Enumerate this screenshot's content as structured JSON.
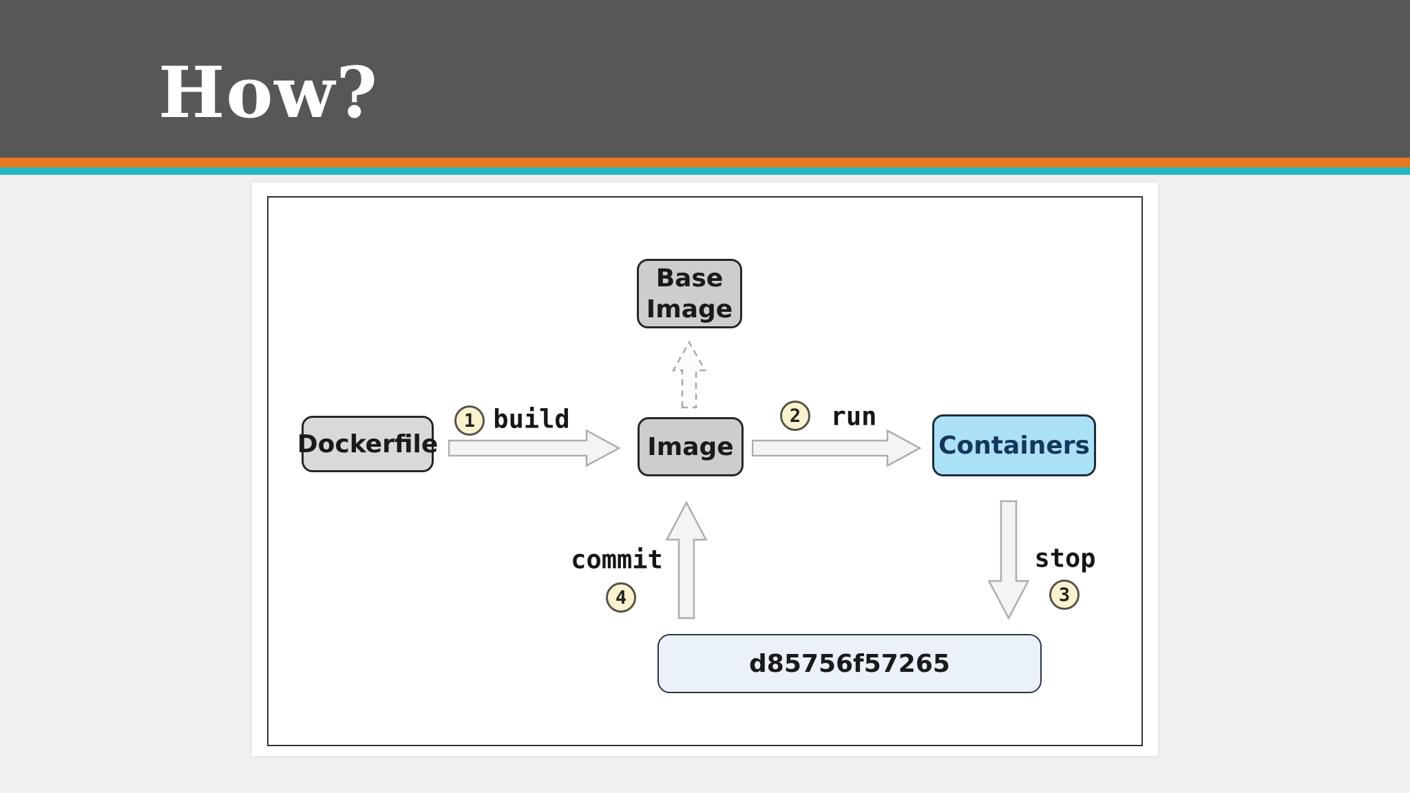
{
  "slide": {
    "title": "How?"
  },
  "theme": {
    "header_bg": "#575757",
    "accent_orange": "#E8791E",
    "accent_teal": "#28B6BD",
    "page_bg": "#F1F1F3",
    "box_gray": "#CDCDCD",
    "box_blue": "#ABE1F6",
    "box_lightblue": "#EAF1F8",
    "badge_bg": "#FAF2CF",
    "containers_text": "#17365D"
  },
  "diagram": {
    "nodes": {
      "base_image": {
        "label_line1": "Base",
        "label_line2": "Image"
      },
      "dockerfile": {
        "label": "Dockerfile"
      },
      "image": {
        "label": "Image"
      },
      "containers": {
        "label": "Containers"
      },
      "container_id": {
        "label": "d85756f57265"
      }
    },
    "steps": [
      {
        "number": "1",
        "label": "build"
      },
      {
        "number": "2",
        "label": "run"
      },
      {
        "number": "3",
        "label": "stop"
      },
      {
        "number": "4",
        "label": "commit"
      }
    ]
  }
}
